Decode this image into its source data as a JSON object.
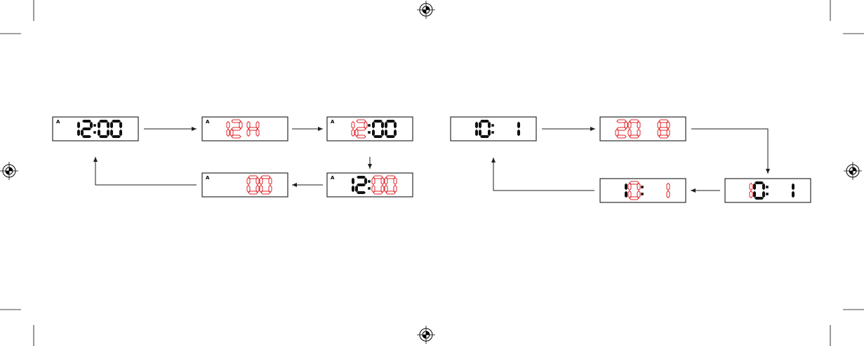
{
  "colors": {
    "segment_black": "#111111",
    "segment_red": "#e0262b",
    "frame": "#2b2b2b"
  },
  "diagrams": [
    {
      "name": "time-setting-sequence",
      "displays": [
        {
          "id": "time-initial",
          "indicator": "A",
          "digits": [
            {
              "ch": "1",
              "c": "k"
            },
            {
              "ch": "2",
              "c": "k"
            },
            {
              "ch": "0",
              "c": "k"
            },
            {
              "ch": "0",
              "c": "k"
            }
          ],
          "colon": "k"
        },
        {
          "id": "hour-format",
          "indicator": "A",
          "digits": [
            {
              "ch": "1",
              "c": "r"
            },
            {
              "ch": "2",
              "c": "r"
            },
            {
              "ch": "H",
              "c": "r"
            },
            {
              "ch": " ",
              "c": "r"
            }
          ],
          "colon": ""
        },
        {
          "id": "hour-set",
          "indicator": "A",
          "digits": [
            {
              "ch": "1",
              "c": "r"
            },
            {
              "ch": "2",
              "c": "r"
            },
            {
              "ch": "0",
              "c": "k"
            },
            {
              "ch": "0",
              "c": "k"
            }
          ],
          "colon": "k"
        },
        {
          "id": "minute-set",
          "indicator": "A",
          "digits": [
            {
              "ch": "1",
              "c": "k"
            },
            {
              "ch": "2",
              "c": "k"
            },
            {
              "ch": "0",
              "c": "r"
            },
            {
              "ch": "0",
              "c": "r"
            }
          ],
          "colon": "k"
        },
        {
          "id": "alarm-minute",
          "indicator": "A",
          "digits": [
            {
              "ch": " ",
              "c": "k"
            },
            {
              "ch": " ",
              "c": "k"
            },
            {
              "ch": "0",
              "c": "r"
            },
            {
              "ch": "0",
              "c": "r"
            }
          ],
          "colon": ""
        }
      ]
    },
    {
      "name": "date-setting-sequence",
      "displays": [
        {
          "id": "date-initial",
          "indicator": "",
          "digits": [
            {
              "ch": "1",
              "c": "k"
            },
            {
              "ch": "0",
              "c": "k"
            },
            {
              "ch": " ",
              "c": "k"
            },
            {
              "ch": "1",
              "c": "k"
            }
          ],
          "colon": "k"
        },
        {
          "id": "year-set",
          "indicator": "",
          "digits": [
            {
              "ch": "2",
              "c": "r"
            },
            {
              "ch": "0",
              "c": "r"
            },
            {
              "ch": " ",
              "c": "r"
            },
            {
              "ch": "8",
              "c": "r"
            }
          ],
          "colon": ""
        },
        {
          "id": "month-set",
          "indicator": "",
          "digits": [
            {
              "ch": "1",
              "c": "r"
            },
            {
              "ch": "0",
              "c": "k"
            },
            {
              "ch": " ",
              "c": "k"
            },
            {
              "ch": "1",
              "c": "k"
            }
          ],
          "colon": "k"
        },
        {
          "id": "day-set",
          "indicator": "",
          "digits": [
            {
              "ch": "1",
              "c": "k"
            },
            {
              "ch": "0",
              "c": "r"
            },
            {
              "ch": " ",
              "c": "r"
            },
            {
              "ch": "1",
              "c": "r"
            }
          ],
          "colon": "k"
        }
      ]
    }
  ]
}
